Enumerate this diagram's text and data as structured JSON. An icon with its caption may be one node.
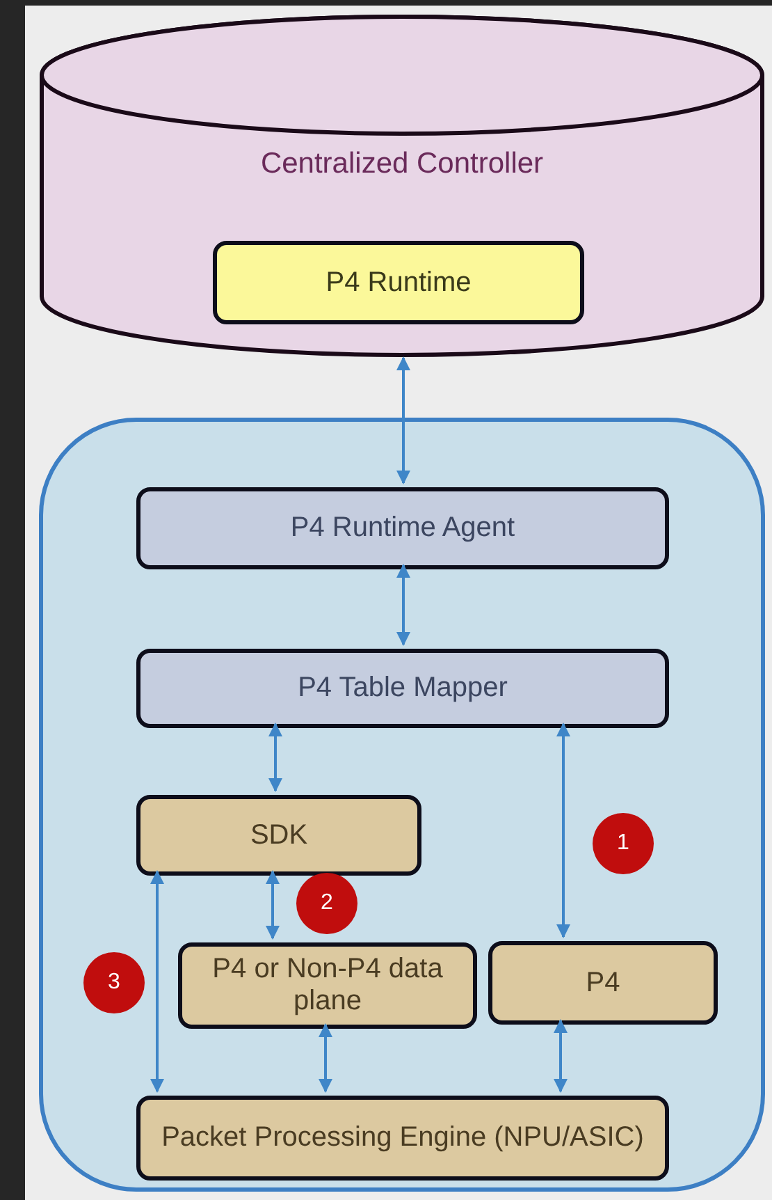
{
  "diagram": {
    "nodes": [
      {
        "text": [
          "Centralized Controller"
        ]
      },
      {
        "text": [
          "P4 Runtime"
        ],
        "in": 0
      },
      {
        "text": [],
        "shape": "box"
      },
      {
        "text": [
          "P4 Runtime Agent"
        ],
        "in": 2
      },
      {
        "text": [
          "P4 Table Mapper"
        ],
        "in": 2
      },
      {
        "text": [
          "SDK"
        ],
        "in": 2
      },
      {
        "text": [
          "1"
        ],
        "in": 2
      },
      {
        "text": [
          "2"
        ],
        "in": 2
      },
      {
        "text": [
          "3"
        ],
        "in": 2
      },
      {
        "text": [
          "P4 or Non-P4 data plane"
        ],
        "in": 2
      },
      {
        "text": [
          "P4"
        ],
        "in": 2
      },
      {
        "text": [
          "Packet Processing Engine (NPU/ASIC)"
        ],
        "in": 2
      }
    ],
    "edges": [
      {
        "from": 0,
        "to": 3,
        "arrow": "both"
      },
      {
        "from": 3,
        "to": 4,
        "arrow": "both"
      },
      {
        "from": 4,
        "to": 5,
        "arrow": "both"
      },
      {
        "from": 4,
        "to": 10,
        "arrow": "both"
      },
      {
        "from": 5,
        "to": 9,
        "arrow": "both"
      },
      {
        "from": 5,
        "to": 11,
        "arrow": "both"
      },
      {
        "from": 9,
        "to": 11,
        "arrow": "both"
      },
      {
        "from": 10,
        "to": 11,
        "arrow": "both"
      }
    ]
  }
}
